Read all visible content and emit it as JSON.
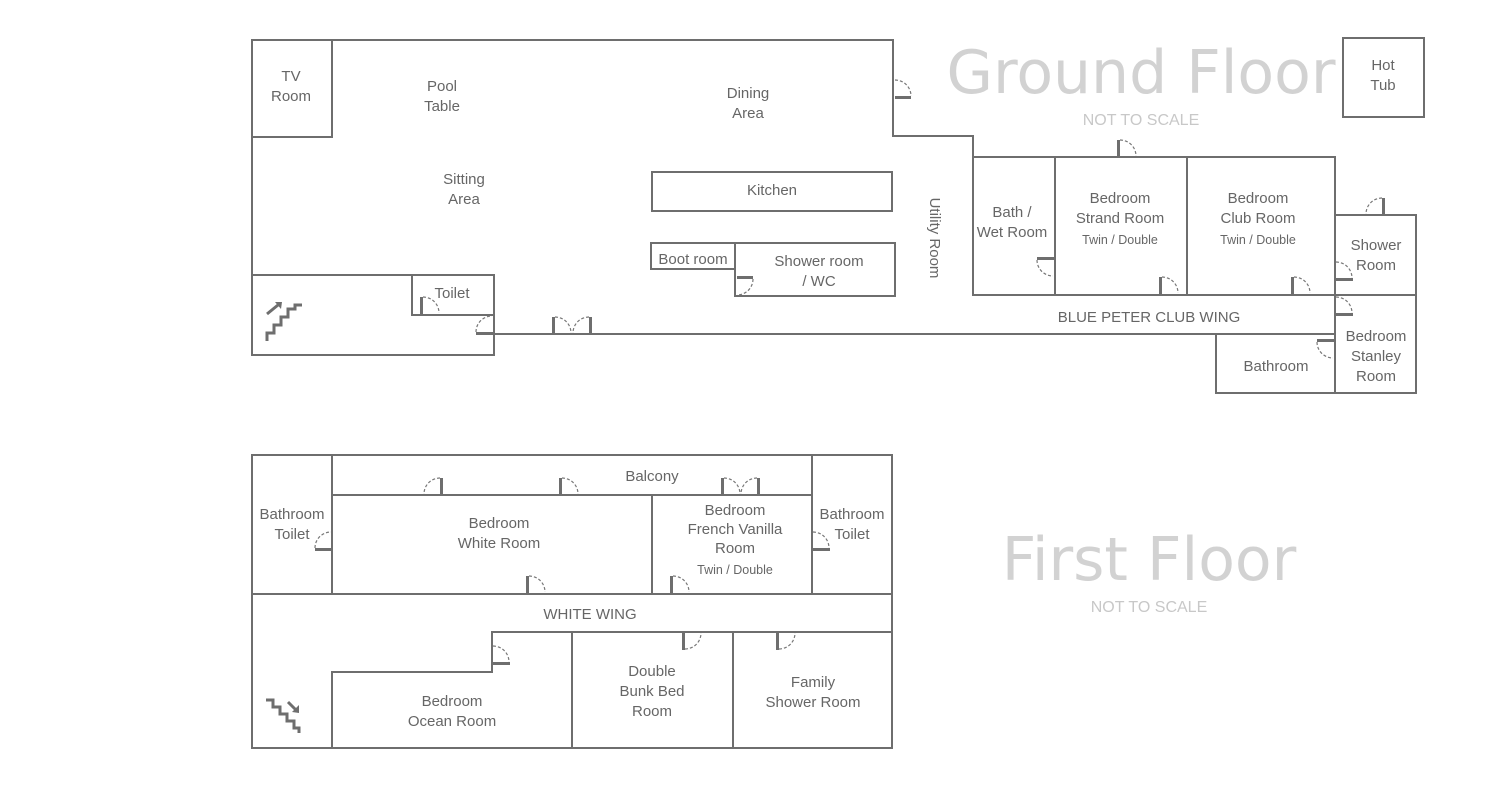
{
  "ground_floor": {
    "title": "Ground Floor",
    "subtitle": "NOT TO SCALE",
    "rooms": {
      "tv_room": [
        "TV",
        "Room"
      ],
      "pool_table": [
        "Pool",
        "Table"
      ],
      "dining_area": [
        "Dining",
        "Area"
      ],
      "sitting_area": [
        "Sitting",
        "Area"
      ],
      "kitchen": "Kitchen",
      "boot_room": "Boot room",
      "shower_wc": [
        "Shower room",
        "/ WC"
      ],
      "toilet": "Toilet",
      "utility_room": "Utility Room",
      "hot_tub": [
        "Hot",
        "Tub"
      ],
      "bath_wet_room": [
        "Bath /",
        "Wet Room"
      ],
      "strand_room": [
        "Bedroom",
        "Strand Room",
        "Twin / Double"
      ],
      "club_room": [
        "Bedroom",
        "Club Room",
        "Twin / Double"
      ],
      "shower_room": [
        "Shower",
        "Room"
      ],
      "stanley_room": [
        "Bedroom",
        "Stanley",
        "Room"
      ],
      "bathroom": "Bathroom",
      "wing": "BLUE PETER CLUB WING"
    }
  },
  "first_floor": {
    "title": "First Floor",
    "subtitle": "NOT TO SCALE",
    "rooms": {
      "balcony": "Balcony",
      "bathroom_left": [
        "Bathroom",
        "Toilet"
      ],
      "white_room": [
        "Bedroom",
        "White Room"
      ],
      "french_vanilla": [
        "Bedroom",
        "French Vanilla",
        "Room",
        "Twin / Double"
      ],
      "bathroom_right": [
        "Bathroom",
        "Toilet"
      ],
      "wing": "WHITE WING",
      "ocean_room": [
        "Bedroom",
        "Ocean Room"
      ],
      "bunk_room": [
        "Double",
        "Bunk Bed",
        "Room"
      ],
      "family_shower": [
        "Family",
        "Shower Room"
      ]
    }
  }
}
